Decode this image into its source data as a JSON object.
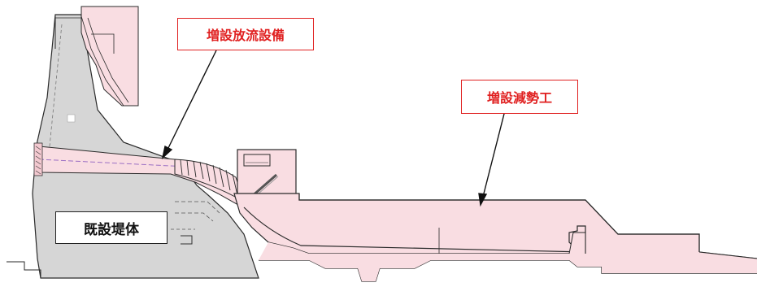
{
  "labels": {
    "new_spillway": "増設放流設備",
    "new_stilling_basin": "増設減勢工",
    "existing_dam": "既設堤体"
  },
  "colors": {
    "existing_structure": "#d6d6d6",
    "new_structure": "#f9dde2",
    "callout_new": "#e02020",
    "callout_existing": "#222222",
    "outline": "#2a2a2a",
    "conduit_centerline": "#9b6fc4"
  }
}
